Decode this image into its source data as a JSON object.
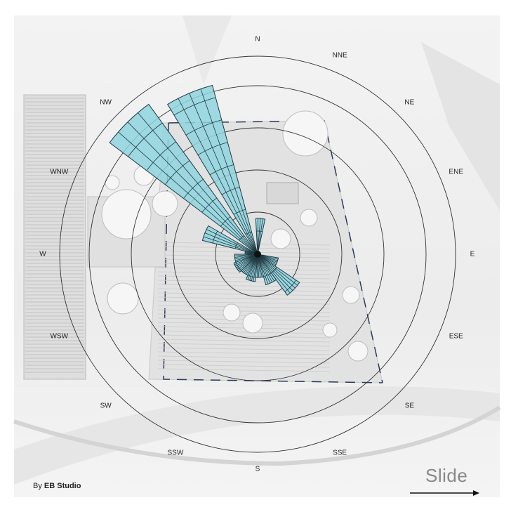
{
  "diagram": {
    "title": "Wind rose over site plan",
    "directions": [
      {
        "label": "N",
        "deg": 0
      },
      {
        "label": "NNE",
        "deg": 22.5
      },
      {
        "label": "NE",
        "deg": 45
      },
      {
        "label": "ENE",
        "deg": 67.5
      },
      {
        "label": "E",
        "deg": 90
      },
      {
        "label": "ESE",
        "deg": 112.5
      },
      {
        "label": "SE",
        "deg": 135
      },
      {
        "label": "SSE",
        "deg": 157.5
      },
      {
        "label": "S",
        "deg": 180
      },
      {
        "label": "SSW",
        "deg": 202.5
      },
      {
        "label": "SW",
        "deg": 225
      },
      {
        "label": "WSW",
        "deg": 247.5
      },
      {
        "label": "W",
        "deg": 270
      },
      {
        "label": "WNW",
        "deg": 292.5
      },
      {
        "label": "NW",
        "deg": 315
      }
    ],
    "rings": [
      1,
      2,
      3,
      4,
      4.7
    ],
    "petals": [
      {
        "from": 357,
        "to": 12,
        "value": 0.85
      },
      {
        "from": 284,
        "to": 300,
        "value": 1.35
      },
      {
        "from": 307,
        "to": 324,
        "value": 4.4
      },
      {
        "from": 329,
        "to": 345,
        "value": 4.15
      },
      {
        "from": 124,
        "to": 144,
        "value": 1.2
      },
      {
        "from": 100,
        "to": 124,
        "value": 0.5
      },
      {
        "from": 144,
        "to": 165,
        "value": 0.75
      },
      {
        "from": 165,
        "to": 185,
        "value": 0.55
      },
      {
        "from": 185,
        "to": 205,
        "value": 0.65
      },
      {
        "from": 205,
        "to": 225,
        "value": 0.55
      },
      {
        "from": 225,
        "to": 250,
        "value": 0.6
      },
      {
        "from": 250,
        "to": 270,
        "value": 0.55
      },
      {
        "from": 270,
        "to": 284,
        "value": 0.3
      }
    ],
    "petal_color": "#8fd3de"
  },
  "footer": {
    "by": "By",
    "studio": "EB Studio",
    "slide": "Slide"
  }
}
